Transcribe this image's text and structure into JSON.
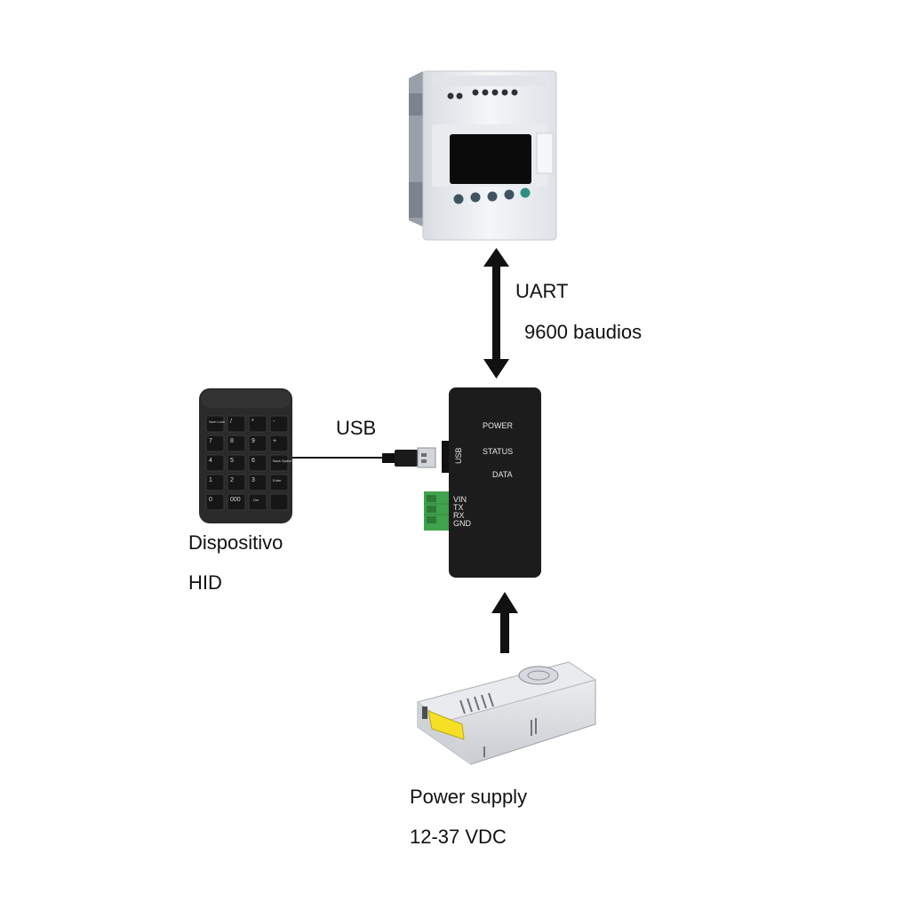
{
  "labels": {
    "uart": "UART",
    "baud": "9600 baudios",
    "usb": "USB",
    "hid_line1": "Dispositivo",
    "hid_line2": "HID",
    "psu_line1": "Power supply",
    "psu_line2": "12-37 VDC"
  },
  "converter": {
    "power": "POWER",
    "status": "STATUS",
    "data": "DATA",
    "usb_port": "USB",
    "vin": "VIN",
    "tx": "TX",
    "rx": "RX",
    "gnd": "GND"
  },
  "keypad_keys": [
    [
      "Num Lock",
      "/",
      "*",
      "-"
    ],
    [
      "7",
      "8",
      "9",
      "+"
    ],
    [
      "4",
      "5",
      "6",
      "Back Space"
    ],
    [
      "1",
      "2",
      "3",
      "Enter"
    ],
    [
      "0",
      "000",
      ". Del",
      ""
    ]
  ],
  "colors": {
    "arrow": "#111111",
    "device_body": "#1c1c1c",
    "terminal_block": "#3fa34d",
    "psu_label": "#f5e026",
    "plc_body": "#e9ecef"
  }
}
